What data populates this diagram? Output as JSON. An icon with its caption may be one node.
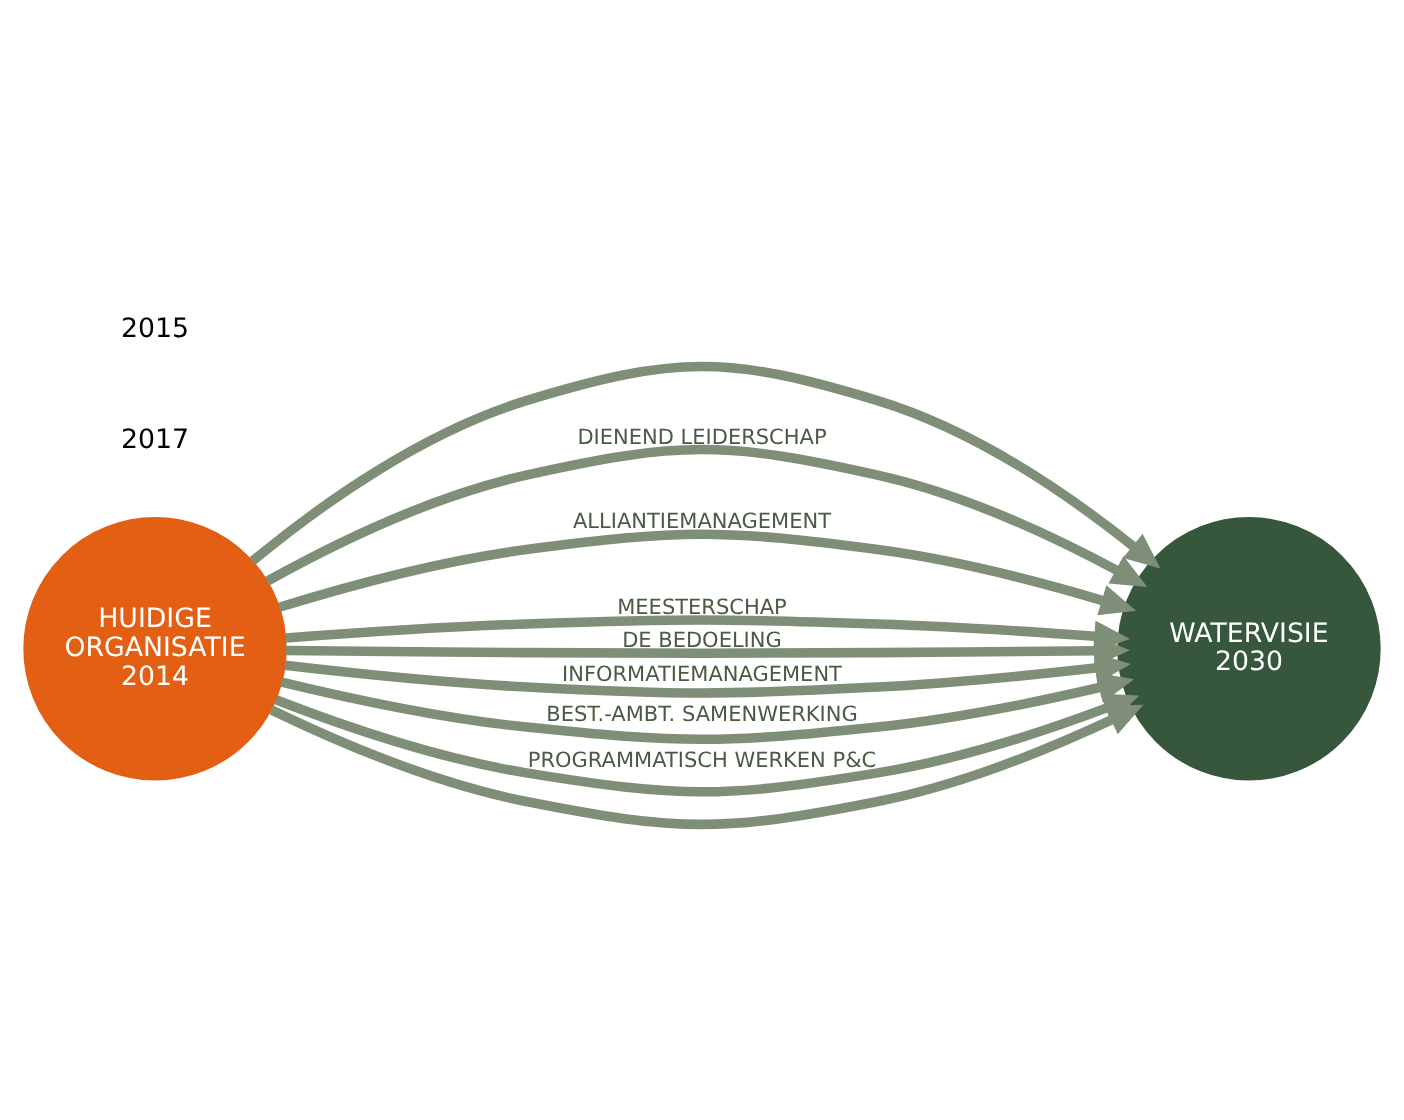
{
  "diagram": {
    "nodes": [
      {
        "text": [
          "HUIDIGE ORGANISATIE 2014"
        ]
      },
      {
        "text": [
          "WATERVISIE 2030"
        ]
      }
    ],
    "edges": [
      {
        "from": 0,
        "to": 1,
        "arrow": "to"
      },
      {
        "from": 0,
        "to": 1,
        "arrow": "to",
        "label": "DIENEND LEIDERSCHAP"
      },
      {
        "from": 0,
        "to": 1,
        "arrow": "to",
        "label": "ALLIANTIEMANAGEMENT"
      },
      {
        "from": 0,
        "to": 1,
        "arrow": "to",
        "label": "MEESTERSCHAP"
      },
      {
        "from": 0,
        "to": 1,
        "arrow": "to",
        "label": "DE BEDOELING"
      },
      {
        "from": 0,
        "to": 1,
        "arrow": "to",
        "label": "INFORMATIEMANAGEMENT"
      },
      {
        "from": 0,
        "to": 1,
        "arrow": "to",
        "label": "BEST.-AMBT. SAMENWERKING"
      },
      {
        "from": 0,
        "to": 1,
        "arrow": "to",
        "label": "PROGRAMMATISCH WERKEN P&C"
      },
      {
        "from": 0,
        "to": 1,
        "arrow": "to"
      }
    ],
    "labels": [
      "2017",
      "2015"
    ]
  }
}
